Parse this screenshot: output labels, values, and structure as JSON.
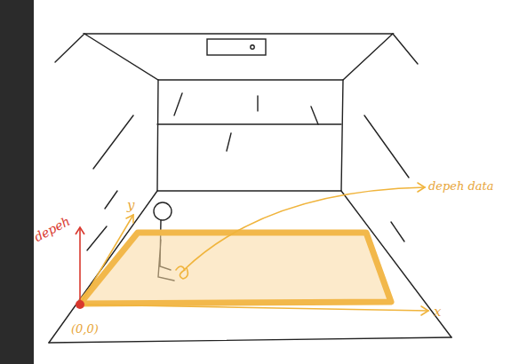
{
  "diagram": {
    "labels": [
      "depeh",
      "y",
      "x",
      "(0,0)",
      "depeh data"
    ]
  }
}
